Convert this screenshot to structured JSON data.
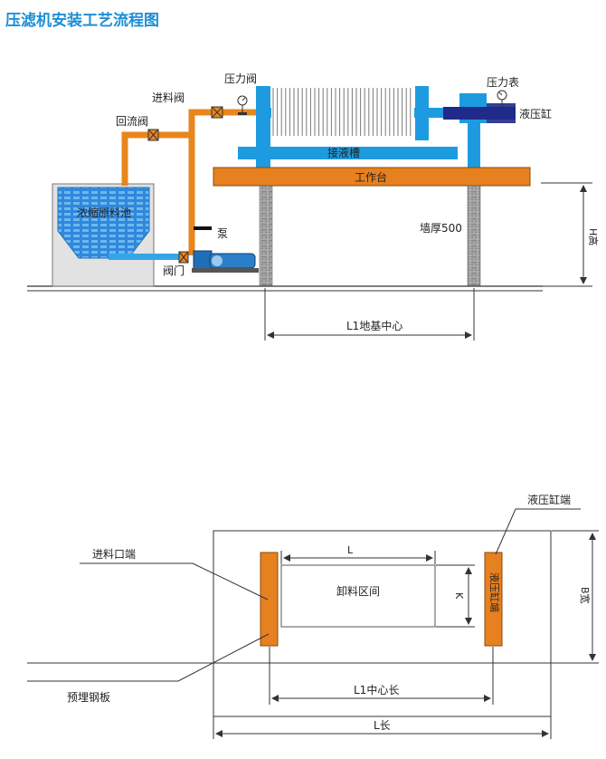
{
  "title": "压滤机安装工艺流程图",
  "colors": {
    "title": "#1d8fd6",
    "frame_blue": "#1e9be0",
    "pipe_orange": "#e8861e",
    "workbench": "#e7801f",
    "cylinder": "#1f2a8a",
    "tank_water": "#2f88dc",
    "tank_body": "#e2e2e2",
    "brick": "#9a9a9a",
    "line": "#333333"
  },
  "top": {
    "labels": {
      "pressure_valve": "压力阀",
      "feed_valve": "进料阀",
      "return_valve": "回流阀",
      "pressure_gauge": "压力表",
      "hydraulic_cylinder": "液压缸",
      "collecting_trough": "接液槽",
      "workbench": "工作台",
      "tank": "浓缩原料池",
      "pump": "泵",
      "gate_valve": "阀门",
      "wall_thickness": "墙厚500",
      "height": "H高",
      "foundation_center": "L1地基中心"
    }
  },
  "bottom": {
    "labels": {
      "hydraulic_end": "液压缸端",
      "feed_end": "进料口端",
      "embedded_plate": "预埋钢板",
      "length_L": "L",
      "unload_zone": "卸料区间",
      "k": "K",
      "cylinder_end_vertical": "液压缸端",
      "width_B": "B宽",
      "l1_center_length": "L1中心长",
      "l_length": "L长"
    }
  }
}
